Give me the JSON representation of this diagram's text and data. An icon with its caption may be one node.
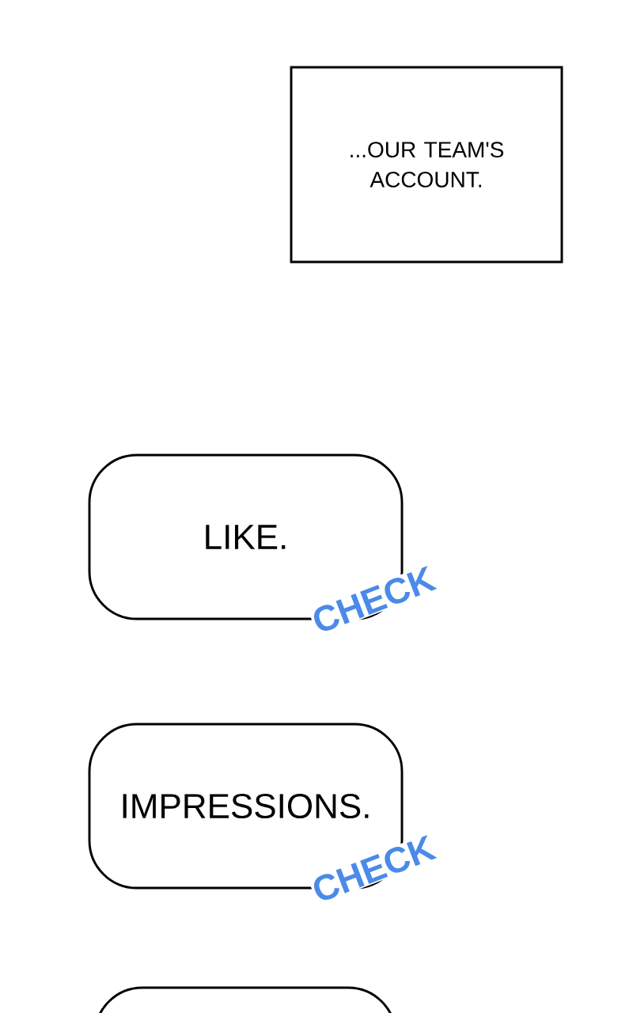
{
  "diagram": {
    "nodes": [
      {
        "text": [
          "...OUR TEAM'S ACCOUNT."
        ]
      },
      {
        "text": [
          "LIKE.",
          "CHECK"
        ]
      },
      {
        "text": [
          "IMPRESSIONS.",
          "CHECK"
        ]
      },
      {
        "text": [],
        "shape": "box"
      }
    ]
  }
}
